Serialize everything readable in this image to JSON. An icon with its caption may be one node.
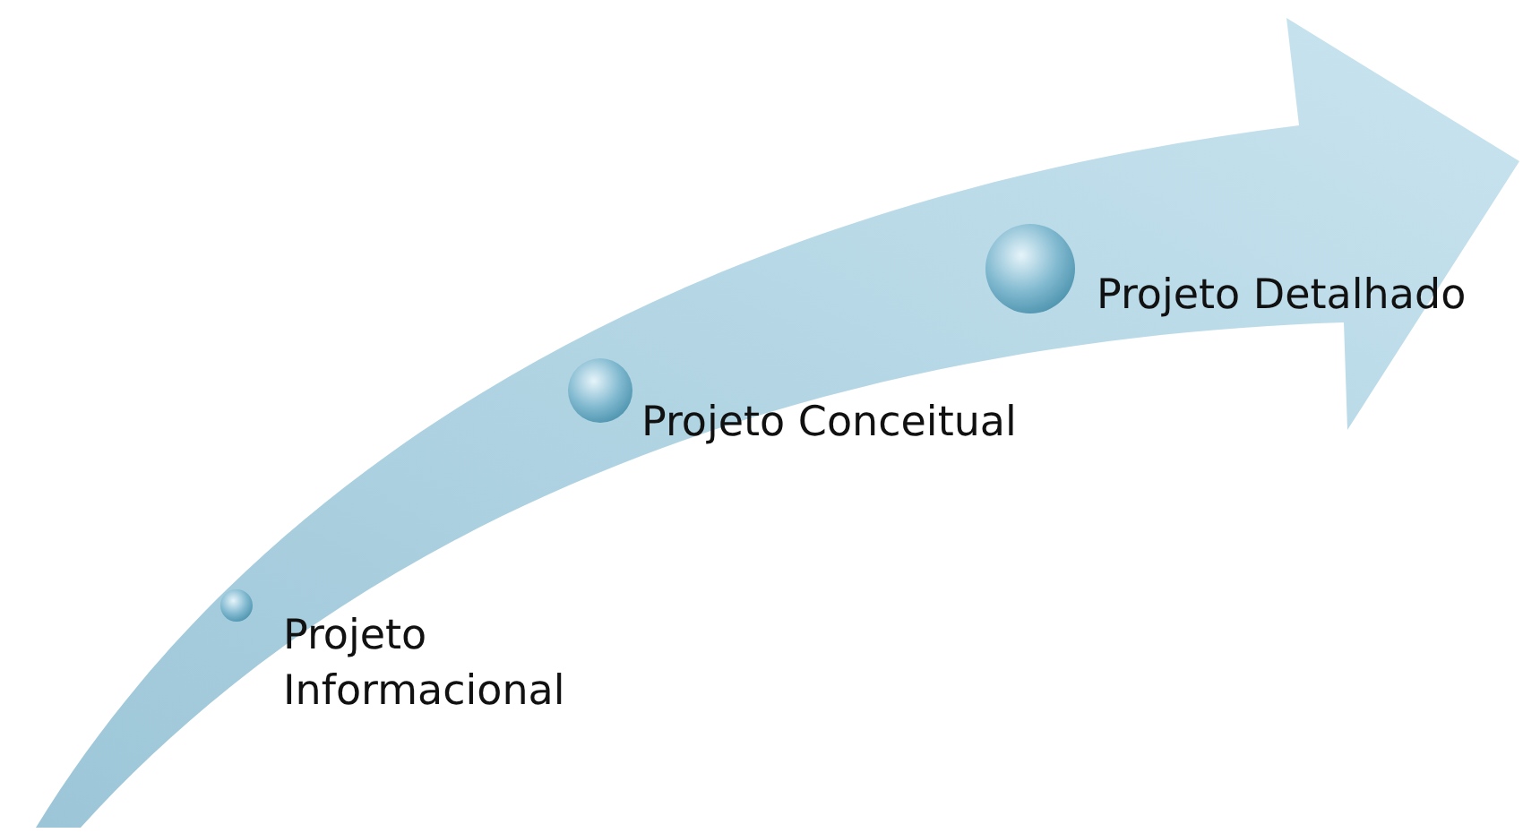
{
  "diagram": {
    "nodes": [
      {
        "text": [
          "Projeto Informacional"
        ]
      },
      {
        "text": [
          "Projeto Conceitual"
        ]
      },
      {
        "text": [
          "Projeto Detalhado"
        ]
      }
    ]
  }
}
